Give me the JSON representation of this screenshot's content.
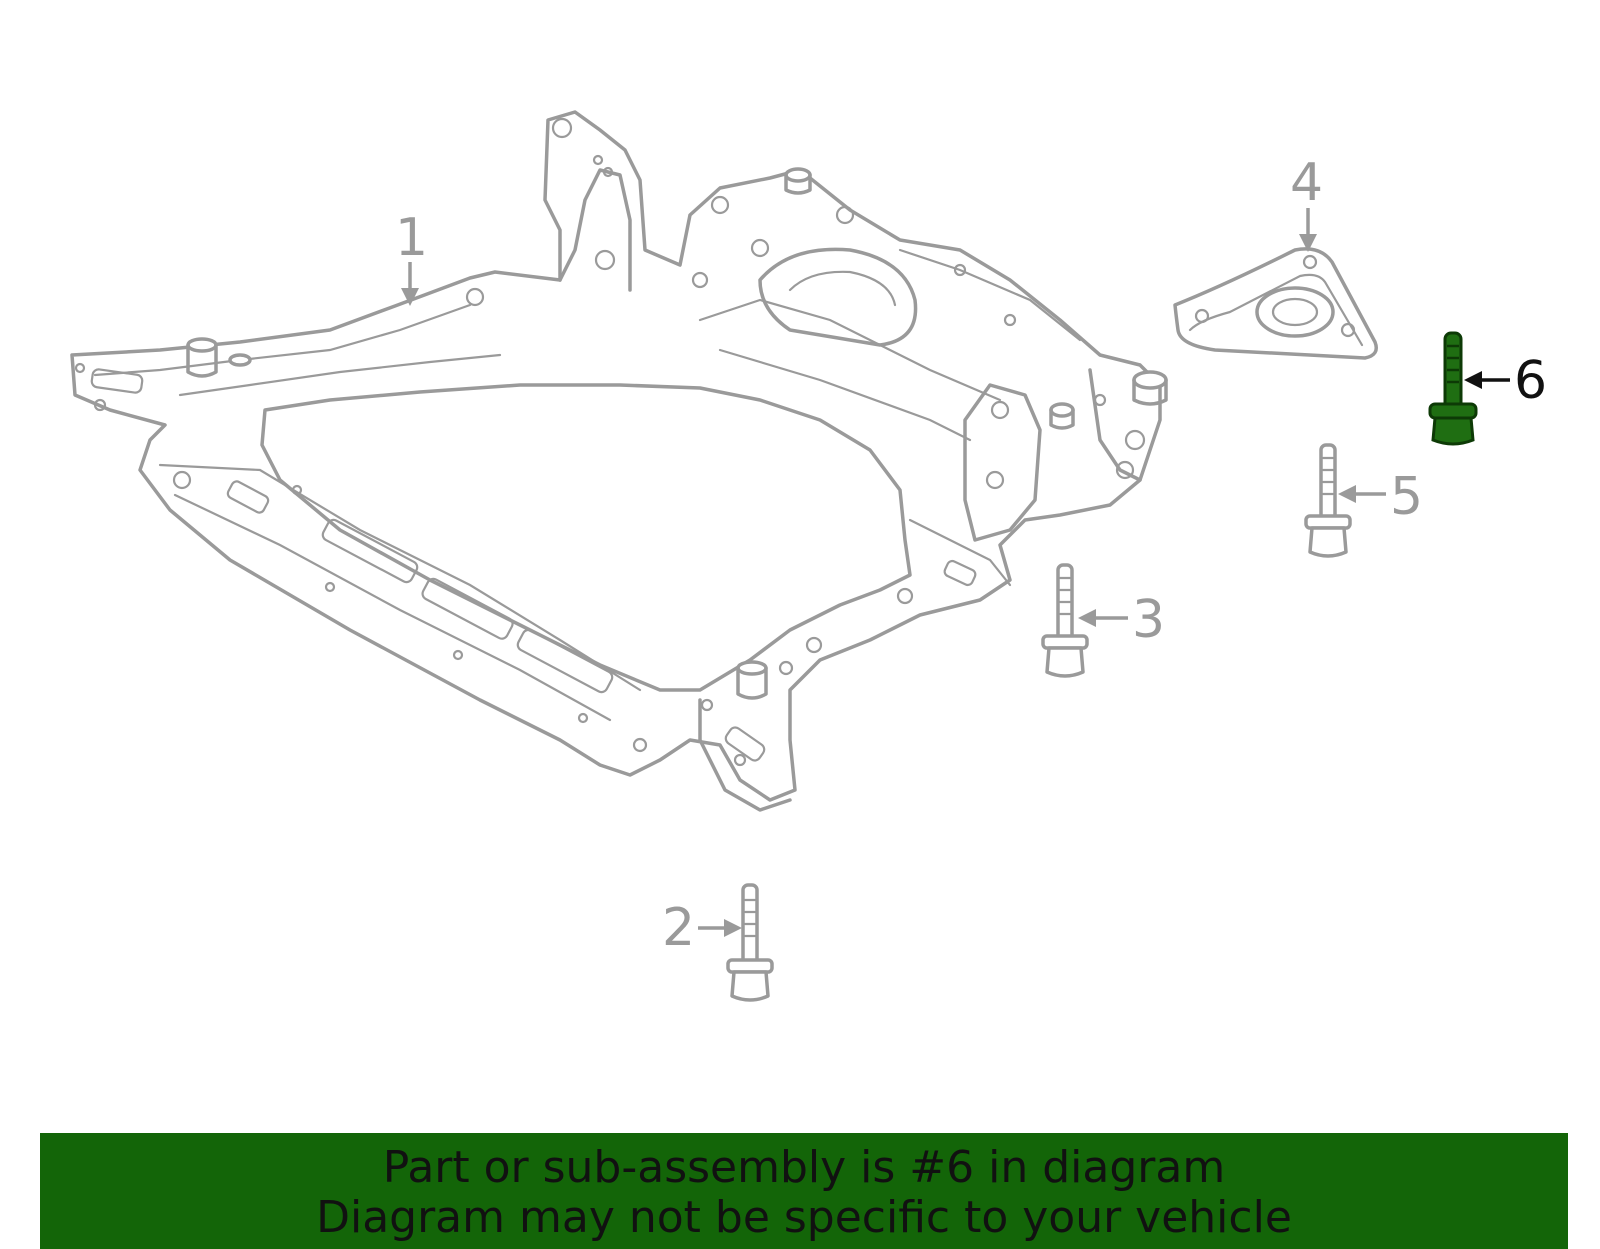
{
  "callouts": [
    {
      "id": "1",
      "label": "1",
      "highlighted": false
    },
    {
      "id": "2",
      "label": "2",
      "highlighted": false
    },
    {
      "id": "3",
      "label": "3",
      "highlighted": false
    },
    {
      "id": "4",
      "label": "4",
      "highlighted": false
    },
    {
      "id": "5",
      "label": "5",
      "highlighted": false
    },
    {
      "id": "6",
      "label": "6",
      "highlighted": true
    }
  ],
  "banner": {
    "line1": "Part or sub-assembly is #6 in diagram",
    "line2": "Diagram may not be specific to your vehicle"
  },
  "colors": {
    "banner_bg": "#136508",
    "highlight_part": "#1f6e12",
    "line_gray": "#9a9a9a"
  }
}
